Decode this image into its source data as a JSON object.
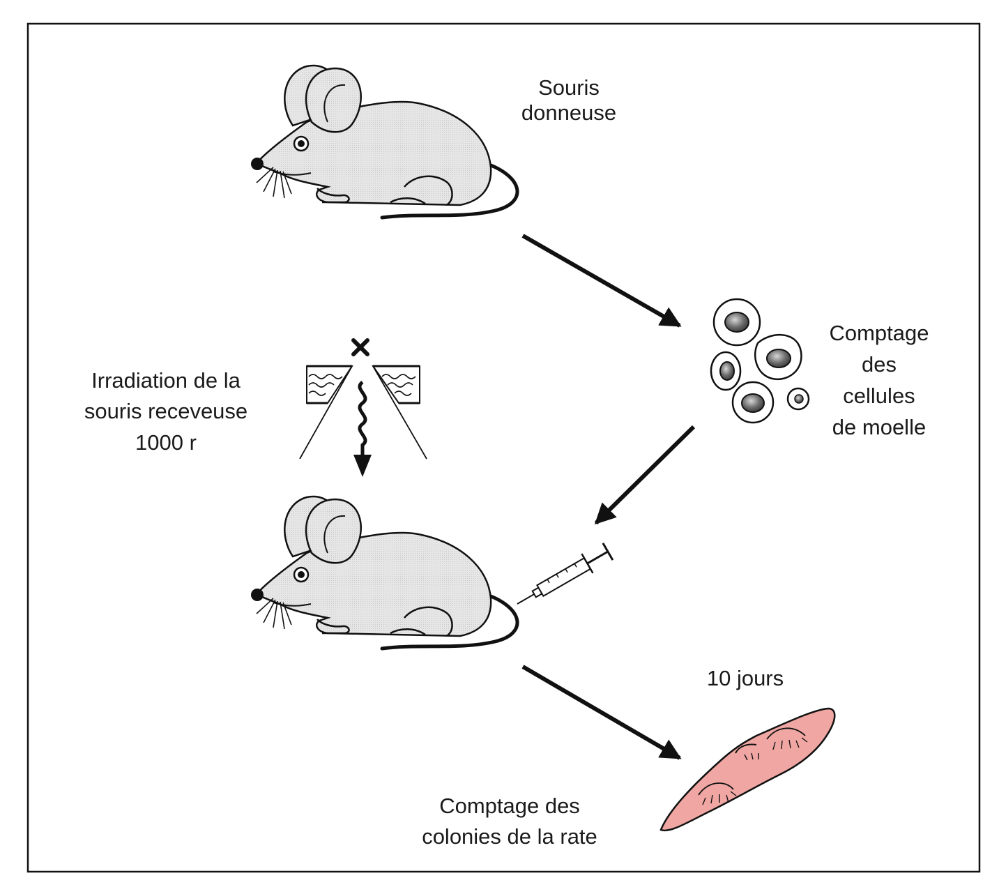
{
  "labels": {
    "donor_line1": "Souris",
    "donor_line2": "donneuse",
    "cells_line1": "Comptage",
    "cells_line2": "des",
    "cells_line3": "cellules",
    "cells_line4": "de moelle",
    "irradiation_line1": "Irradiation de la",
    "irradiation_line2": "souris receveuse",
    "irradiation_line3": "1000 r",
    "duration": "10 jours",
    "spleen_line1": "Comptage des",
    "spleen_line2": "colonies de la rate"
  },
  "colors": {
    "mouse_fill": "#e6e6e6",
    "outline": "#111111",
    "spleen_fill": "#f0a7a3",
    "cell_nucleus": "#6a6a6a",
    "background": "#ffffff"
  }
}
